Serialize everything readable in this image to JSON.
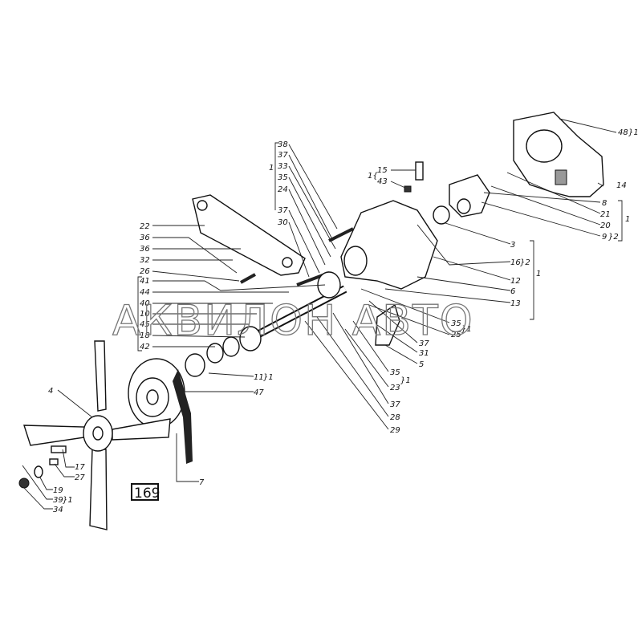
{
  "figure_number": "169",
  "watermark": "АКВИЛОН АВТО",
  "labels": {
    "l22": "22",
    "l36a": "36",
    "l36b": "36",
    "l32": "32",
    "l26": "26",
    "l41": "41",
    "l44": "44",
    "l40": "40",
    "l10": "10",
    "l45": "45",
    "l18": "18",
    "l42": "42",
    "l38": "38",
    "l37a": "37",
    "l33": "33",
    "l35a": "35",
    "l24": "24",
    "l37b": "37",
    "l30": "30",
    "g1a": "1",
    "l48": "48",
    "g48": "}1",
    "l15": "15",
    "l43": "43",
    "g15": "1{",
    "l14": "14",
    "l8": "8",
    "l21": "21",
    "l20": "20",
    "l9": "9",
    "g9": "}2",
    "g8": "1",
    "l3": "3",
    "l16": "16",
    "g16": "}2",
    "l12": "12",
    "l6": "6",
    "l13": "13",
    "g3": "1",
    "l35b": "35",
    "l25": "25",
    "g35b": "}1",
    "l37c": "37",
    "l31": "31",
    "l5": "5",
    "l35c": "35",
    "l23": "23",
    "g23": "}1",
    "l37d": "37",
    "l28": "28",
    "l29": "29",
    "l11": "11",
    "g11": "}1",
    "l47": "47",
    "l4": "4",
    "l17": "17",
    "l27": "27",
    "l19": "19",
    "l39": "39",
    "g39": "}1",
    "l34": "34",
    "l7": "7"
  }
}
